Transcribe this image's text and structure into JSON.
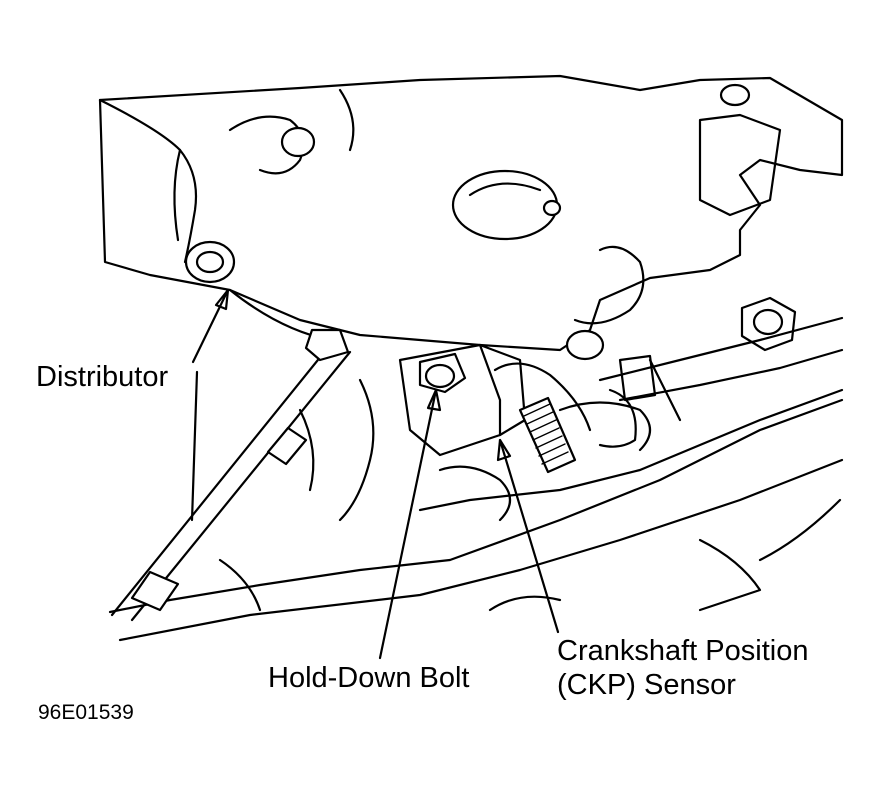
{
  "labels": {
    "distributor": "Distributor",
    "hold_down_bolt": "Hold-Down Bolt",
    "ckp_line1": "Crankshaft Position",
    "ckp_line2": "(CKP) Sensor",
    "figure_id": "96E01539"
  },
  "colors": {
    "ink": "#000000",
    "paper": "#ffffff"
  }
}
